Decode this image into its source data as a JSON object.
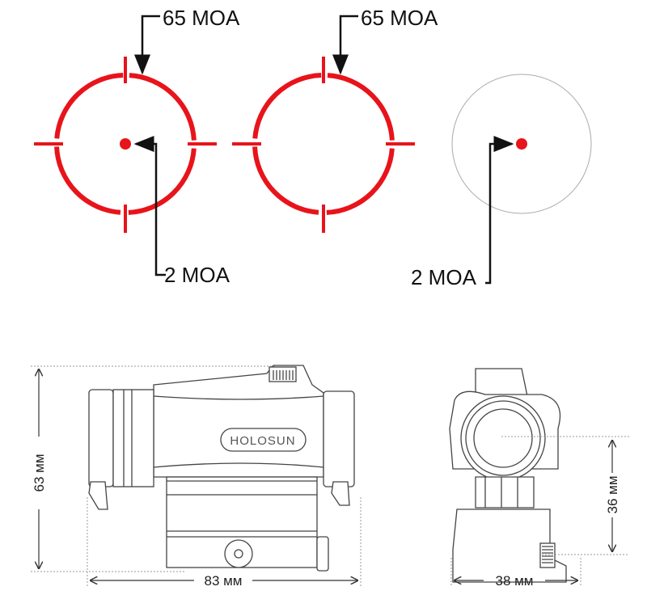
{
  "reticles": [
    {
      "outer_label": "65 MOA",
      "dot_label": "2 MOA"
    },
    {
      "outer_label": "65 MOA"
    },
    {
      "dot_label": "2 MOA"
    }
  ],
  "dimensions": {
    "height": "63 мм",
    "length": "83 мм",
    "width": "38 мм",
    "optical_axis_height": "36 мм"
  },
  "brand_logo": "HOLOSUN",
  "colors": {
    "reticle": "#e8141b",
    "line": "#111111"
  }
}
